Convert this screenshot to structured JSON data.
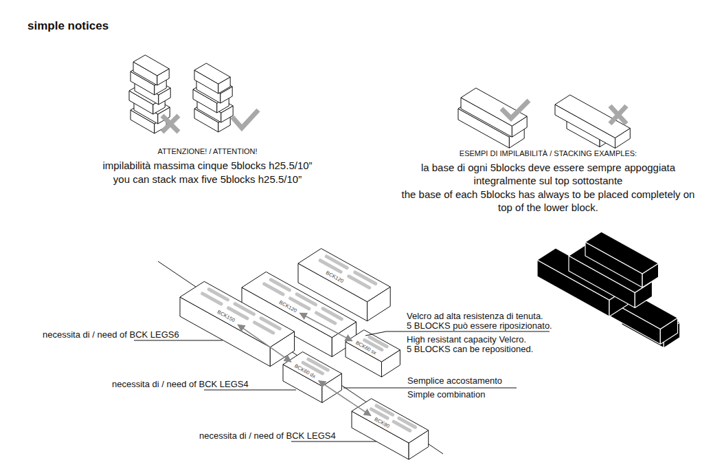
{
  "diagram": {
    "title": "simple notices",
    "nodes": [
      {
        "text": [
          "BCK120"
        ]
      },
      {
        "text": [
          "BCK120"
        ]
      },
      {
        "text": [
          "BCK150"
        ]
      },
      {
        "text": [
          "BCK60 sx"
        ]
      },
      {
        "text": [
          "BCK60 dx"
        ]
      },
      {
        "text": [
          "BCK90"
        ]
      }
    ],
    "edges": [
      {
        "from": 2,
        "to": 4,
        "arrow": "both"
      },
      {
        "from": 1,
        "to": 3,
        "arrow": "both"
      },
      {
        "from": 4,
        "to": 5,
        "arrow": "both"
      }
    ],
    "labels": [
      "ATTENZIONE! / ATTENTION!",
      "impilabilità massima cinque 5blocks h25.5/10”",
      "you can stack max five 5blocks h25.5/10”",
      "ESEMPI DI IMPILABILITÀ / STACKING EXAMPLES:",
      "la base di ogni 5blocks deve essere sempre appoggiata integralmente sul top sottostante",
      "the base of each 5blocks has always to be placed completely on top of the lower block.",
      "Velcro ad alta resistenza di tenuta.",
      "5 BLOCKS può essere riposizionato.",
      "High resistant capacity Velcro.",
      "5 BLOCKS can be repositioned.",
      "necessita di / need of BCK LEGS6",
      "Semplice accostamento",
      "Simple combination",
      "necessita di / need of BCK LEGS4",
      "necessita di / need of BCK LEGS4"
    ]
  }
}
